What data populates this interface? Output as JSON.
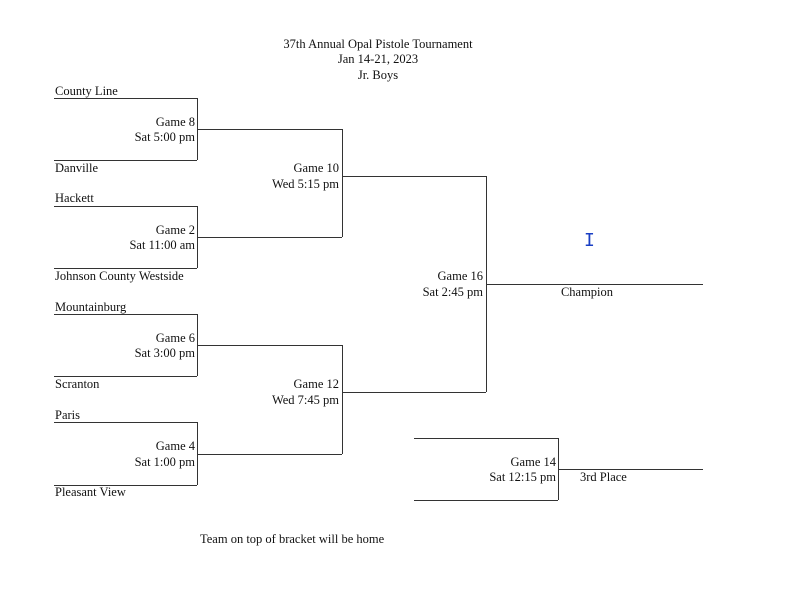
{
  "header": {
    "title": "37th Annual Opal Pistole Tournament",
    "dates": "Jan 14-21, 2023",
    "division": "Jr. Boys"
  },
  "teams": [
    "County Line",
    "Danville",
    "Hackett",
    "Johnson County Westside",
    "Mountainburg",
    "Scranton",
    "Paris",
    "Pleasant View"
  ],
  "games": {
    "g8": {
      "name": "Game 8",
      "time": "Sat 5:00 pm"
    },
    "g2": {
      "name": "Game 2",
      "time": "Sat 11:00 am"
    },
    "g6": {
      "name": "Game 6",
      "time": "Sat 3:00 pm"
    },
    "g4": {
      "name": "Game 4",
      "time": "Sat 1:00 pm"
    },
    "g10": {
      "name": "Game 10",
      "time": "Wed 5:15 pm"
    },
    "g12": {
      "name": "Game 12",
      "time": "Wed 7:45 pm"
    },
    "g16": {
      "name": "Game 16",
      "time": "Sat 2:45 pm"
    },
    "g14": {
      "name": "Game 14",
      "time": "Sat 12:15 pm"
    }
  },
  "labels": {
    "champion": "Champion",
    "third": "3rd Place"
  },
  "footnote": "Team on top of bracket will be home",
  "cursor_icon": "text-cursor-icon"
}
